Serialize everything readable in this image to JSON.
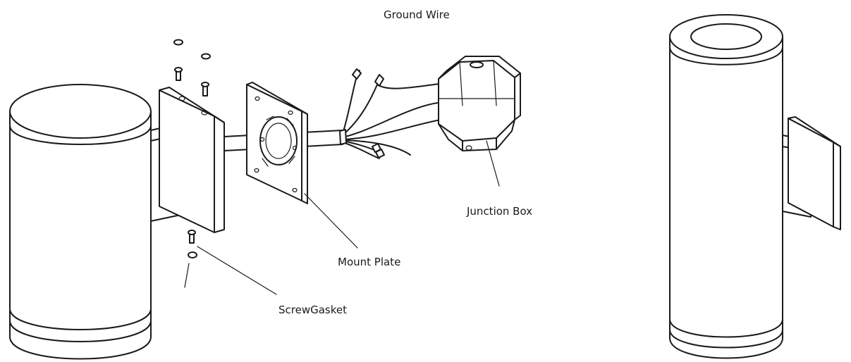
{
  "labels": {
    "ground_wire": "Ground Wire",
    "junction_box": "Junction Box",
    "mount_plate": "Mount Plate",
    "screw_gasket": "ScrewGasket"
  }
}
